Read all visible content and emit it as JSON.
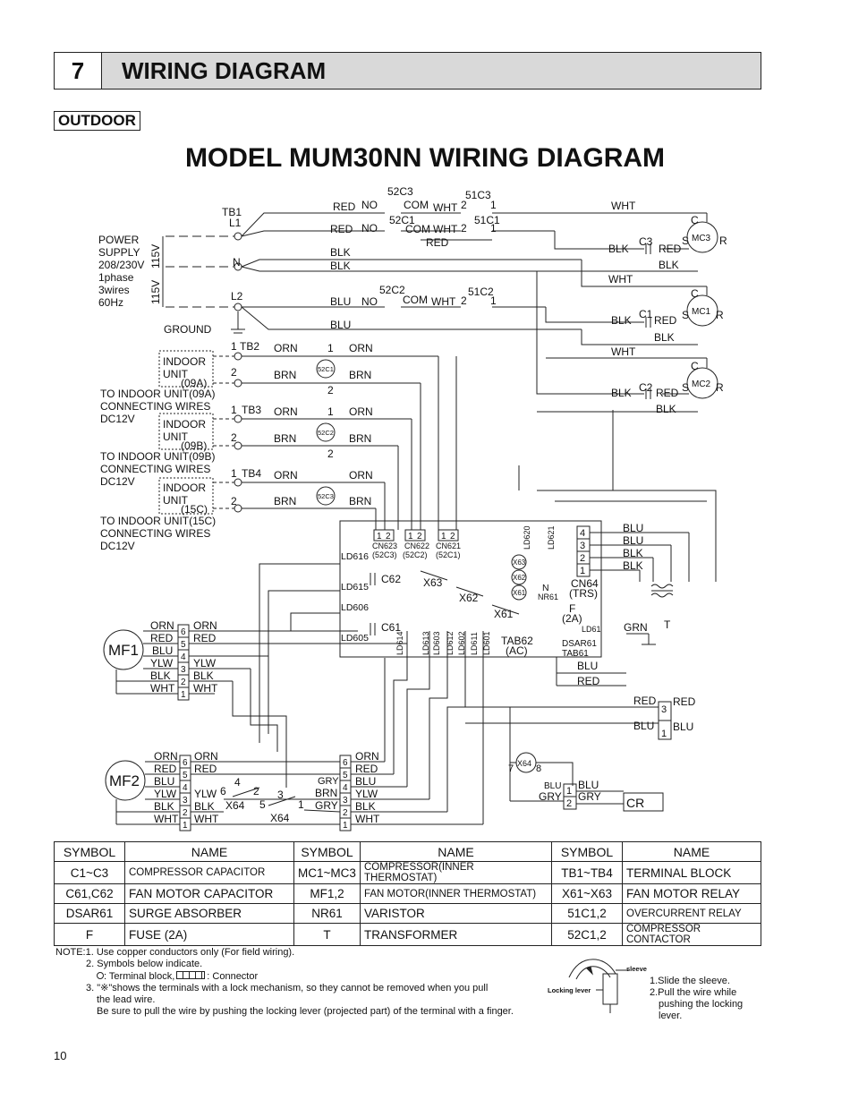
{
  "section": {
    "number": "7",
    "title": "WIRING DIAGRAM"
  },
  "tag": "OUTDOOR",
  "diagram_title": "MODEL MUM30NN WIRING DIAGRAM",
  "power": {
    "label_lines": [
      "POWER",
      "SUPPLY",
      "208/230V",
      "1phase",
      "3wires",
      "60Hz"
    ],
    "v1": "115V",
    "v2": "115V",
    "tb": "TB1",
    "l1": "L1",
    "n": "N",
    "l2": "L2",
    "ground": "GROUND"
  },
  "indoor_units": [
    {
      "tb": "TB2",
      "label": "INDOOR",
      "label2": "UNIT",
      "code": "(09A)",
      "contactor": "52C1",
      "to": "TO INDOOR UNIT(09A)",
      "wires": "CONNECTING WIRES",
      "dc": "DC12V"
    },
    {
      "tb": "TB3",
      "label": "INDOOR",
      "label2": "UNIT",
      "code": "(09B)",
      "contactor": "52C2",
      "to": "TO INDOOR UNIT(09B)",
      "wires": "CONNECTING WIRES",
      "dc": "DC12V"
    },
    {
      "tb": "TB4",
      "label": "INDOOR",
      "label2": "UNIT",
      "code": "(15C)",
      "contactor": "52C3",
      "to": "TO INDOOR UNIT(15C)",
      "wires": "CONNECTING WIRES",
      "dc": "DC12V"
    }
  ],
  "wire_colors": {
    "red": "RED",
    "blk": "BLK",
    "blu": "BLU",
    "wht": "WHT",
    "orn": "ORN",
    "brn": "BRN",
    "ylw": "YLW",
    "gry": "GRY",
    "grn": "GRN"
  },
  "relays": {
    "r52c3": "52C3",
    "r52c1": "52C1",
    "r52c2": "52C2",
    "r51c3": "51C3",
    "r51c1": "51C1",
    "r51c2": "51C2",
    "no": "NO",
    "com": "COM",
    "one": "1",
    "two": "2"
  },
  "compressors": [
    {
      "name": "MC3",
      "cap": "C3"
    },
    {
      "name": "MC1",
      "cap": "C1"
    },
    {
      "name": "MC2",
      "cap": "C2"
    }
  ],
  "motor_terms": {
    "c": "C",
    "s": "S",
    "r": "R"
  },
  "board": {
    "cn623": "CN623",
    "cn623s": "(52C3)",
    "cn622": "CN622",
    "cn622s": "(52C2)",
    "cn621": "CN621",
    "cn621s": "(52C1)",
    "ld616": "LD616",
    "ld615": "LD615",
    "ld606": "LD606",
    "ld605": "LD605",
    "ld620": "LD620",
    "ld621": "LD621",
    "ld614": "LD614",
    "ld613": "LD613",
    "ld603": "LD603",
    "ld612": "LD612",
    "ld602": "LD602",
    "ld611": "LD611",
    "ld601": "LD601",
    "ld61": "LD61",
    "c62": "C62",
    "c61": "C61",
    "x63": "X63",
    "x62": "X62",
    "x61": "X61",
    "n": "N",
    "nr61": "NR61",
    "f": "F",
    "fuse": "(2A)",
    "dsar61": "DSAR61",
    "tab61": "TAB61",
    "tab62": "TAB62",
    "ac": "(AC)",
    "cn64": "CN64",
    "trs": "(TRS)",
    "t": "T"
  },
  "fans": {
    "mf1": "MF1",
    "mf2": "MF2",
    "x64": "X64",
    "cr": "CR"
  },
  "legend": {
    "headers": [
      "SYMBOL",
      "NAME",
      "SYMBOL",
      "NAME",
      "SYMBOL",
      "NAME"
    ],
    "rows": [
      [
        "C1~C3",
        "COMPRESSOR CAPACITOR",
        "MC1~MC3",
        "COMPRESSOR(INNER THERMOSTAT)",
        "TB1~TB4",
        "TERMINAL BLOCK"
      ],
      [
        "C61,C62",
        "FAN MOTOR CAPACITOR",
        "MF1,2",
        "FAN MOTOR(INNER THERMOSTAT)",
        "X61~X63",
        "FAN MOTOR RELAY"
      ],
      [
        "DSAR61",
        "SURGE ABSORBER",
        "NR61",
        "VARISTOR",
        "51C1,2",
        "OVERCURRENT RELAY"
      ],
      [
        "F",
        "FUSE (2A)",
        "T",
        "TRANSFORMER",
        "52C1,2",
        "COMPRESSOR CONTACTOR"
      ]
    ]
  },
  "notes": [
    "NOTE:1. Use copper conductors only (For field wiring).",
    "2. Symbols below indicate.",
    ": Terminal block,",
    ": Connector",
    "3. \"※\"shows the terminals with a lock mechanism, so they cannot be removed when you pull",
    "the lead wire.",
    "Be sure to pull the wire by pushing the locking lever (projected part) of the terminal with a finger."
  ],
  "sleeve": {
    "sleeve": "sleeve",
    "lever": "Locking lever"
  },
  "steps": [
    "1.Slide the sleeve.",
    "2.Pull the wire while",
    "pushing the locking",
    "lever."
  ],
  "page_number": "10"
}
